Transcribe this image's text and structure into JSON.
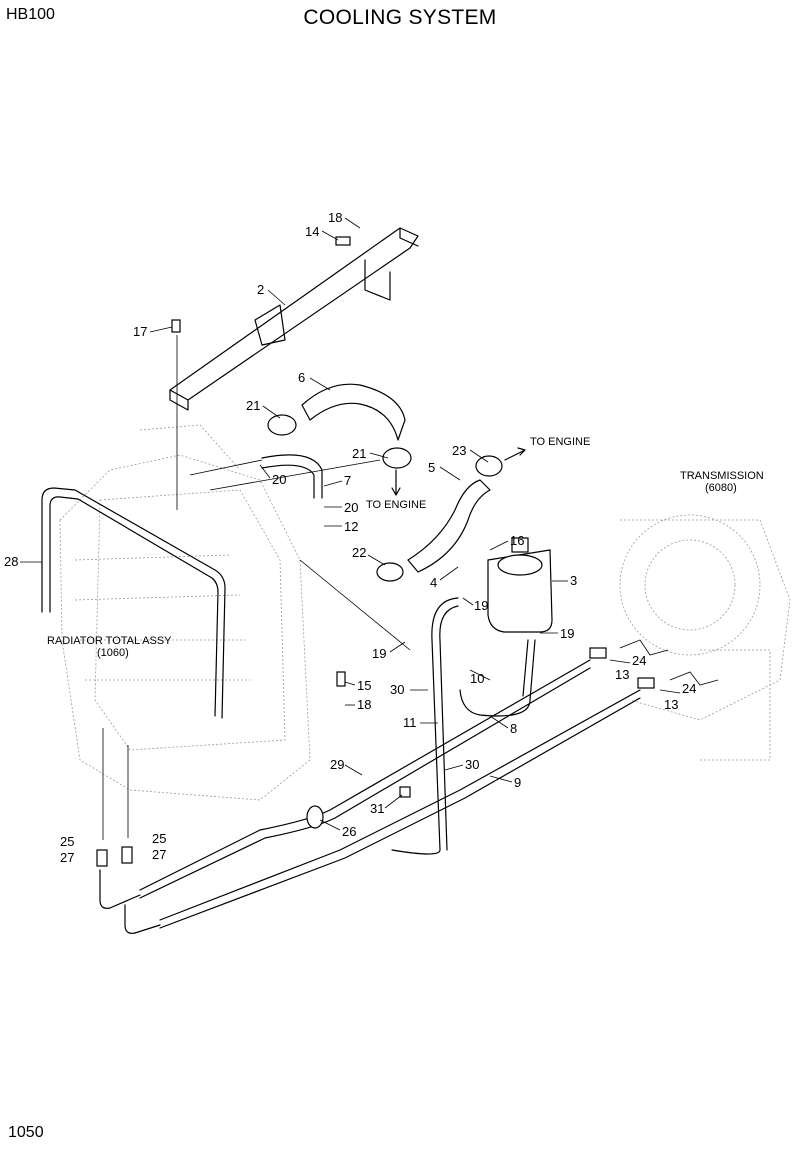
{
  "header": {
    "model": "HB100",
    "title": "COOLING SYSTEM"
  },
  "footer": {
    "page_number": "1050"
  },
  "annotations": {
    "to_engine_upper": "TO ENGINE",
    "to_engine_lower": "TO ENGINE",
    "transmission_name": "TRANSMISSION",
    "transmission_ref": "(6080)",
    "radiator_name": "RADIATOR TOTAL ASSY",
    "radiator_ref": "(1060)"
  },
  "callouts": [
    "18",
    "14",
    "2",
    "17",
    "6",
    "21",
    "21",
    "23",
    "20",
    "7",
    "20",
    "12",
    "5",
    "16",
    "22",
    "4",
    "3",
    "19",
    "28",
    "19",
    "19",
    "15",
    "18",
    "30",
    "10",
    "11",
    "8",
    "13",
    "24",
    "13",
    "24",
    "29",
    "30",
    "9",
    "31",
    "26",
    "25",
    "25",
    "27",
    "27"
  ]
}
